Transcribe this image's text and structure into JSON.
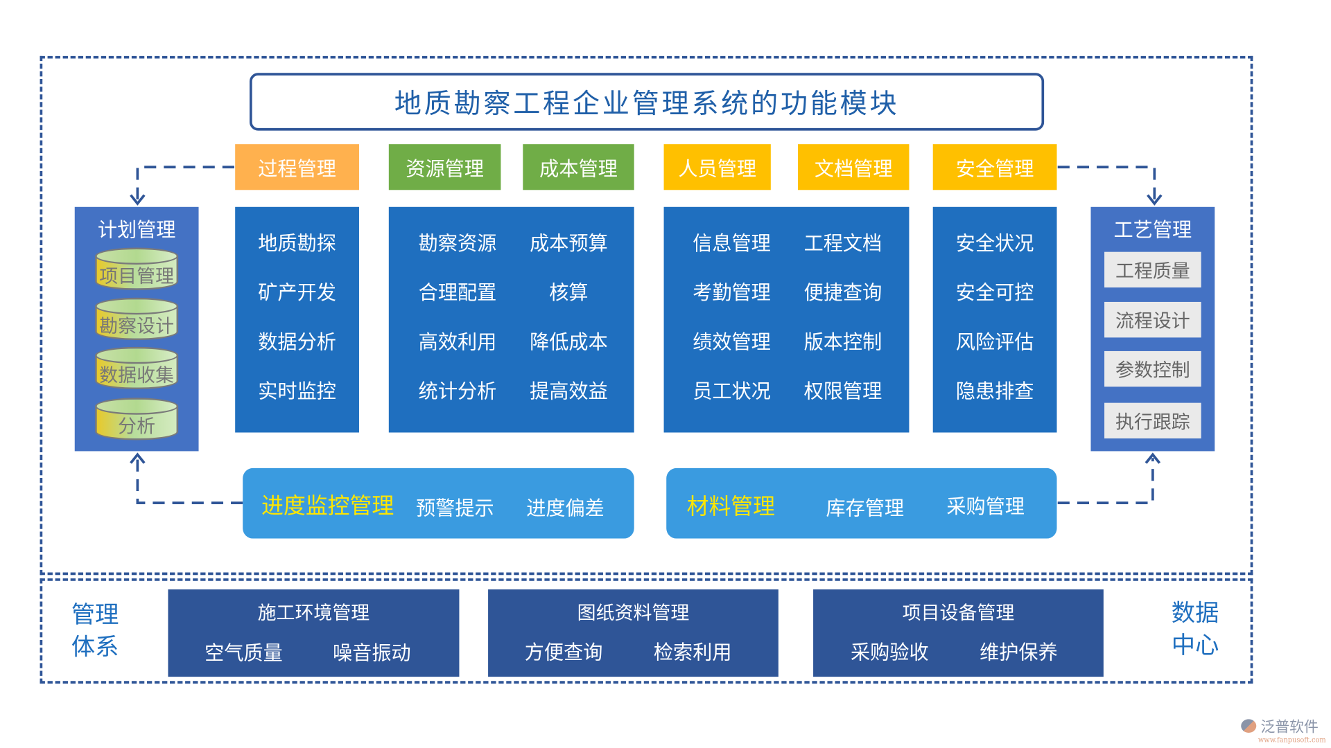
{
  "title": "地质勘察工程企业管理系统的功能模块",
  "headers": [
    {
      "label": "过程管理",
      "color": "#ffb14e"
    },
    {
      "label": "资源管理",
      "color": "#70ad47"
    },
    {
      "label": "成本管理",
      "color": "#70ad47"
    },
    {
      "label": "人员管理",
      "color": "#ffc000"
    },
    {
      "label": "文档管理",
      "color": "#ffc000"
    },
    {
      "label": "安全管理",
      "color": "#ffc000"
    }
  ],
  "process": [
    "地质勘探",
    "矿产开发",
    "数据分析",
    "实时监控"
  ],
  "resource": [
    "勘察资源",
    "合理配置",
    "高效利用",
    "统计分析"
  ],
  "cost": [
    "成本预算",
    "核算",
    "降低成本",
    "提高效益"
  ],
  "personnel": [
    "信息管理",
    "考勤管理",
    "绩效管理",
    "员工状况"
  ],
  "document": [
    "工程文档",
    "便捷查询",
    "版本控制",
    "权限管理"
  ],
  "safety": [
    "安全状况",
    "安全可控",
    "风险评估",
    "隐患排查"
  ],
  "plan": {
    "title": "计划管理",
    "items": [
      "项目管理",
      "勘察设计",
      "数据收集",
      "分析"
    ]
  },
  "craft": {
    "title": "工艺管理",
    "items": [
      "工程质量",
      "流程设计",
      "参数控制",
      "执行跟踪"
    ]
  },
  "progress": {
    "title": "进度监控管理",
    "items": [
      "预警提示",
      "进度偏差"
    ]
  },
  "material": {
    "title": "材料管理",
    "items": [
      "库存管理",
      "采购管理"
    ]
  },
  "bottom": {
    "left_label": "管理\n体系",
    "left_l1": "管理",
    "left_l2": "体系",
    "right_l1": "数据",
    "right_l2": "中心",
    "boxes": [
      {
        "title": "施工环境管理",
        "items": [
          "空气质量",
          "噪音振动"
        ]
      },
      {
        "title": "图纸资料管理",
        "items": [
          "方便查询",
          "检索利用"
        ]
      },
      {
        "title": "项目设备管理",
        "items": [
          "采购验收",
          "维护保养"
        ]
      }
    ]
  },
  "logo": {
    "name": "泛普软件",
    "url": "www.fanpusoft.com"
  },
  "colors": {
    "dark_blue": "#2f5597",
    "block_blue": "#1f6fbf",
    "light_blue": "#3a9be0",
    "side_blue": "#4472c4"
  }
}
